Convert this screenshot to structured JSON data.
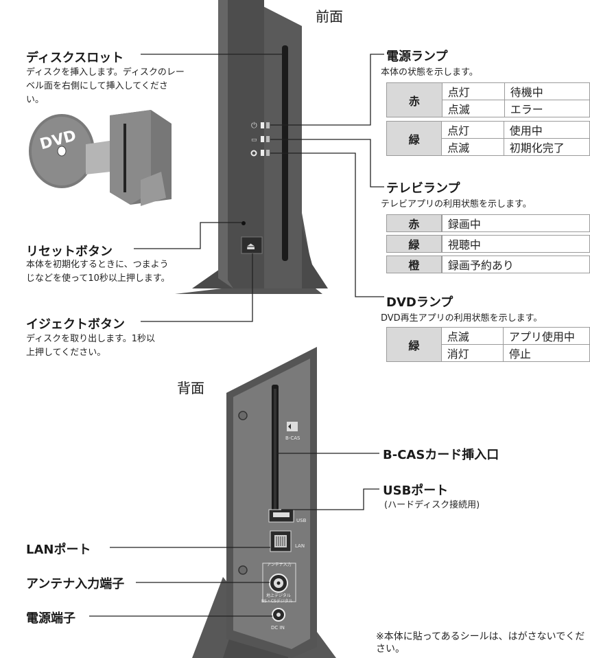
{
  "front": {
    "heading": "前面",
    "disc_slot": {
      "title": "ディスクスロット",
      "desc": "ディスクを挿入します。ディスクのレーベル面を右側にして挿入してください。"
    },
    "dvd_disc_text": "DVD",
    "reset": {
      "title": "リセットボタン",
      "desc": "本体を初期化するときに、つまようじなどを使って10秒以上押します。"
    },
    "eject": {
      "title": "イジェクトボタン",
      "desc": "ディスクを取り出します。1秒以上押してください。"
    },
    "power_lamp": {
      "title": "電源ランプ",
      "desc": "本体の状態を示します。",
      "red": "赤",
      "red_on_state": "点灯",
      "red_on": "待機中",
      "red_blink_state": "点滅",
      "red_blink": "エラー",
      "green": "緑",
      "green_on_state": "点灯",
      "green_on": "使用中",
      "green_blink_state": "点滅",
      "green_blink": "初期化完了"
    },
    "tv_lamp": {
      "title": "テレビランプ",
      "desc": "テレビアプリの利用状態を示します。",
      "red": "赤",
      "red_val": "録画中",
      "green": "緑",
      "green_val": "視聴中",
      "orange": "橙",
      "orange_val": "録画予約あり"
    },
    "dvd_lamp": {
      "title": "DVDランプ",
      "desc": "DVD再生アプリの利用状態を示します。",
      "green": "緑",
      "blink_state": "点滅",
      "blink_val": "アプリ使用中",
      "off_state": "消灯",
      "off_val": "停止"
    }
  },
  "back": {
    "heading": "背面",
    "bcas": "B-CASカード挿入口",
    "bcas_icon_label": "B-CAS",
    "usb": "USBポート",
    "usb_sub": "(ハードディスク接続用)",
    "usb_port_label": "USB",
    "lan": "LANポート",
    "lan_port_label": "LAN",
    "antenna": "アンテナ入力端子",
    "antenna_top_label": "アンテナ入力",
    "antenna_bottom_label1": "地上デジタル",
    "antenna_bottom_label2": "BS・CSデジタル",
    "power_jack": "電源端子",
    "dc_label": "DC IN",
    "note": "※本体に貼ってあるシールは、はがさないでください。"
  }
}
